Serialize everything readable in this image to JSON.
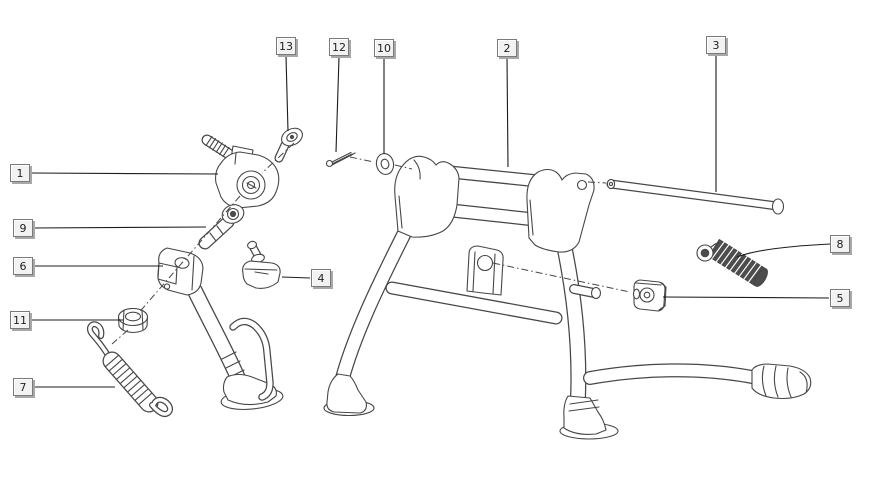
{
  "labels": {
    "l1": {
      "text": "1"
    },
    "l2": {
      "text": "2"
    },
    "l3": {
      "text": "3"
    },
    "l4": {
      "text": "4"
    },
    "l5": {
      "text": "5"
    },
    "l6": {
      "text": "6"
    },
    "l7": {
      "text": "7"
    },
    "l8": {
      "text": "8"
    },
    "l9": {
      "text": "9"
    },
    "l10": {
      "text": "10"
    },
    "l11": {
      "text": "11"
    },
    "l12": {
      "text": "12"
    },
    "l13": {
      "text": "13"
    }
  },
  "colors": {
    "line_color": "#474747",
    "background": "#ffffff",
    "label_bg": "#f2f2f2",
    "label_border": "#7a7a7a",
    "label_shadow": "#a8a8a8",
    "label_text": "#222222",
    "spring_dark": "#4d4d4d"
  }
}
